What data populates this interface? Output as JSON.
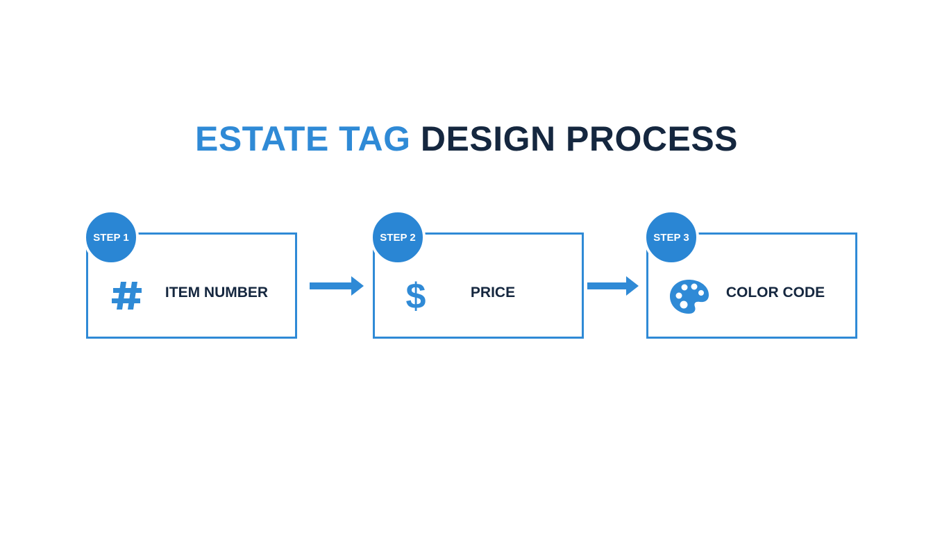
{
  "title": {
    "part1": "ESTATE TA",
    "part2": "G",
    "part3": " DESIGN PROCESS"
  },
  "steps": [
    {
      "badge": "STEP 1",
      "label": "ITEM NUMBER",
      "icon": "hash-icon"
    },
    {
      "badge": "STEP 2",
      "label": "PRICE",
      "icon": "dollar-icon"
    },
    {
      "badge": "STEP 3",
      "label": "COLOR CODE",
      "icon": "palette-icon"
    }
  ],
  "colors": {
    "accent": "#2f8ad6",
    "dark_text": "#15273f",
    "background": "#ffffff"
  }
}
